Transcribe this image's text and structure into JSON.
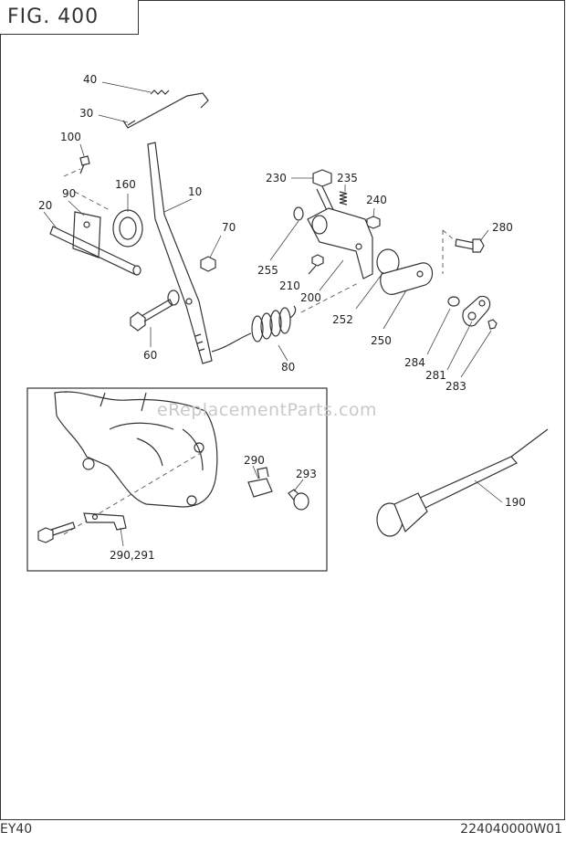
{
  "header": {
    "figure_title": "FIG. 400"
  },
  "footer": {
    "model": "EY40",
    "catalog_code": "224040000W01"
  },
  "watermark": "eReplacementParts.com",
  "callouts": [
    "40",
    "30",
    "100",
    "160",
    "10",
    "90",
    "20",
    "70",
    "60",
    "80",
    "230",
    "235",
    "240",
    "280",
    "255",
    "210",
    "200",
    "252",
    "250",
    "284",
    "281",
    "283",
    "290",
    "293",
    "290,291",
    "190"
  ]
}
